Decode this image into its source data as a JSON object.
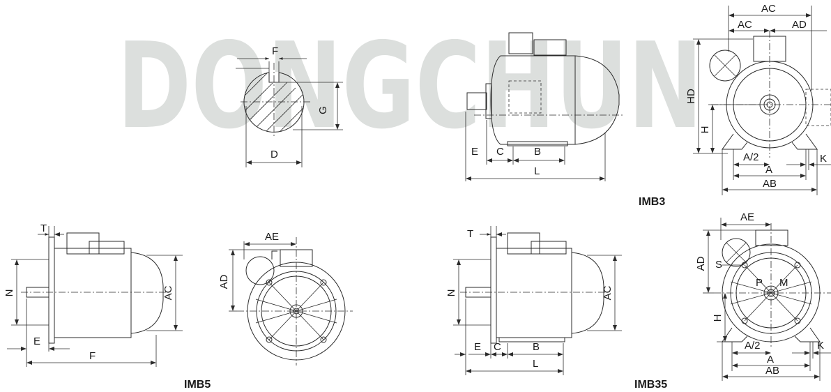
{
  "watermark": "DONGCHUN",
  "captions": {
    "imb3": "IMB3",
    "imb5": "IMB5",
    "imb35": "IMB35"
  },
  "shaft_section": {
    "f": "F",
    "g": "G",
    "d": "D"
  },
  "imb3_side": {
    "e": "E",
    "c": "C",
    "b": "B",
    "l": "L"
  },
  "imb3_front": {
    "ac_top": "AC",
    "ac": "AC",
    "ad": "AD",
    "hd": "HD",
    "h": "H",
    "a_half": "A/2",
    "a": "A",
    "ab": "AB",
    "k": "K"
  },
  "imb5_side": {
    "t": "T",
    "n": "N",
    "ac": "AC",
    "e": "E",
    "f": "F"
  },
  "imb5_front": {
    "ae": "AE",
    "ad": "AD"
  },
  "imb35_side": {
    "t": "T",
    "n": "N",
    "ac": "AC",
    "e": "E",
    "c": "C",
    "b": "B",
    "l": "L"
  },
  "imb35_front": {
    "ae": "AE",
    "ad": "AD",
    "s": "S",
    "p": "P",
    "m": "M",
    "h": "H",
    "a_half": "A/2",
    "a": "A",
    "ab": "AB",
    "k": "K"
  }
}
